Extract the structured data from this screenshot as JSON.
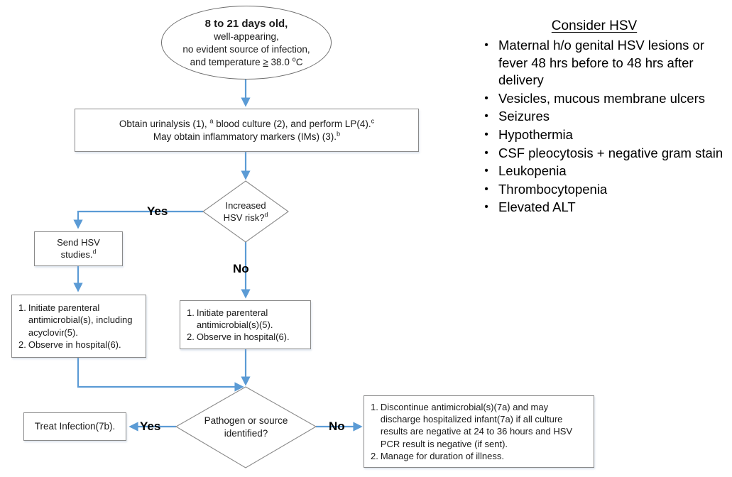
{
  "flow": {
    "start": {
      "name": "start-ellipse",
      "line1": "8 to 21 days old,",
      "line2": "well-appearing,",
      "line3": "no evident source of infection,",
      "line4_pre": "and temperature ",
      "line4_ge": "≥",
      "line4_post": " 38.0 ",
      "line4_deg": "o",
      "line4_unit": "C"
    },
    "workup": {
      "name": "workup-box",
      "line1_a": "Obtain urinalysis  (1), ",
      "line1_sup_a": "a",
      "line1_b": " blood culture (2), and perform LP(4).",
      "line1_sup_c": "c",
      "line2_a": "May obtain inflammatory markers (IMs) (3).",
      "line2_sup_b": "b"
    },
    "hsv_decision": {
      "name": "hsv-risk-diamond",
      "line1": "Increased",
      "line2": "HSV risk?",
      "sup": "d",
      "yes_label": "Yes",
      "no_label": "No"
    },
    "send_hsv": {
      "name": "send-hsv-box",
      "line1": "Send HSV",
      "line2": "studies.",
      "sup": "d"
    },
    "treat_hsv": {
      "name": "treat-with-acyclovir-box",
      "items": [
        {
          "num": "1.",
          "text": "Initiate parenteral antimicrobial(s), including acyclovir(5)."
        },
        {
          "num": "2.",
          "text": "Observe in hospital(6)."
        }
      ]
    },
    "treat_standard": {
      "name": "treat-standard-box",
      "items": [
        {
          "num": "1.",
          "text": "Initiate parenteral antimicrobial(s)(5)."
        },
        {
          "num": "2.",
          "text": "Observe in hospital(6)."
        }
      ]
    },
    "pathogen_decision": {
      "name": "pathogen-source-diamond",
      "line1": "Pathogen or source",
      "line2": "identified?",
      "yes_label": "Yes",
      "no_label": "No"
    },
    "treat_infection": {
      "name": "treat-infection-box",
      "text": "Treat Infection(7b)."
    },
    "discontinue": {
      "name": "discontinue-box",
      "items": [
        {
          "num": "1.",
          "text": "Discontinue antimicrobial(s)(7a) and may discharge hospitalized infant(7a) if all culture results are negative at 24 to 36 hours and HSV PCR result is negative (if sent)."
        },
        {
          "num": "2.",
          "text": "Manage for duration of illness."
        }
      ]
    }
  },
  "hsv_panel": {
    "title": "Consider HSV",
    "bullet_glyph": "•",
    "items": [
      "Maternal h/o genital HSV lesions or fever 48 hrs before to 48 hrs after delivery",
      "Vesicles, mucous membrane ulcers",
      "Seizures",
      "Hypothermia",
      "CSF pleocytosis + negative gram stain",
      "Leukopenia",
      "Thrombocytopenia",
      "Elevated ALT"
    ]
  },
  "colors": {
    "connector": "#5B9BD5",
    "shape_border": "#8a8a8a",
    "text": "#1a1a1a",
    "background": "#ffffff"
  }
}
